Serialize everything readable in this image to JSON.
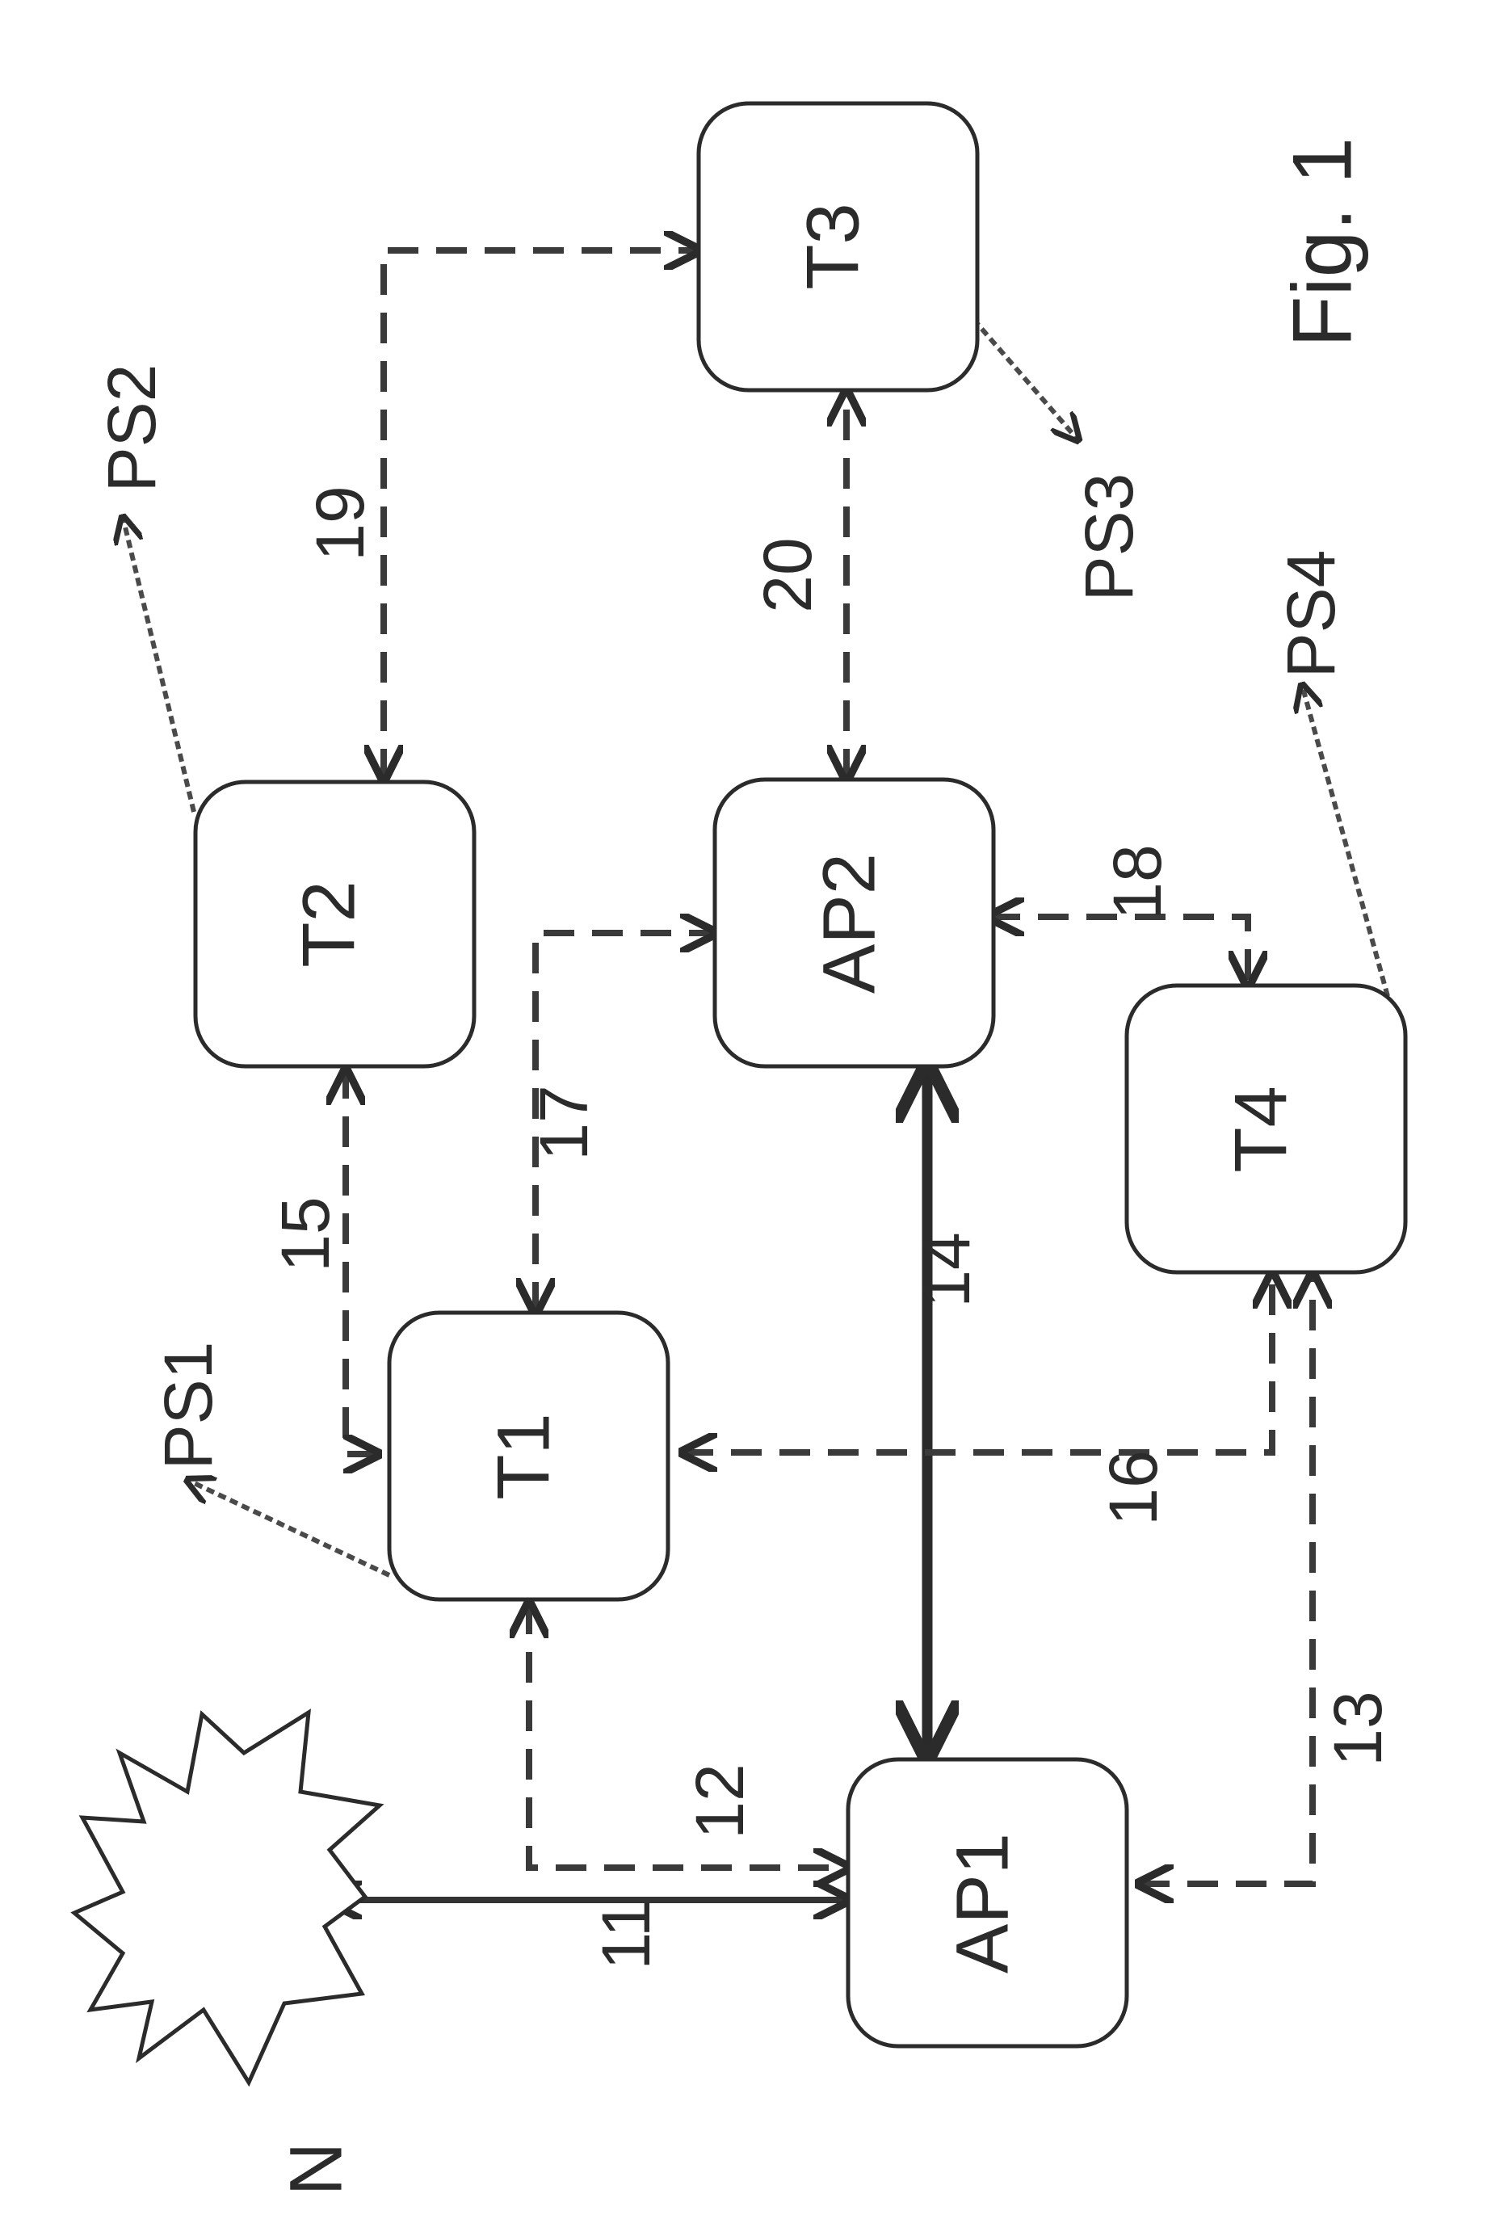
{
  "figure_label": "Fig. 1",
  "nodes": {
    "T1": "T1",
    "T2": "T2",
    "T3": "T3",
    "T4": "T4",
    "AP1": "AP1",
    "AP2": "AP2",
    "N": "N"
  },
  "outputs": {
    "PS1": "PS1",
    "PS2": "PS2",
    "PS3": "PS3",
    "PS4": "PS4"
  },
  "links": {
    "l11": "11",
    "l12": "12",
    "l13": "13",
    "l14": "14",
    "l15": "15",
    "l16": "16",
    "l17": "17",
    "l18": "18",
    "l19": "19",
    "l20": "20"
  }
}
